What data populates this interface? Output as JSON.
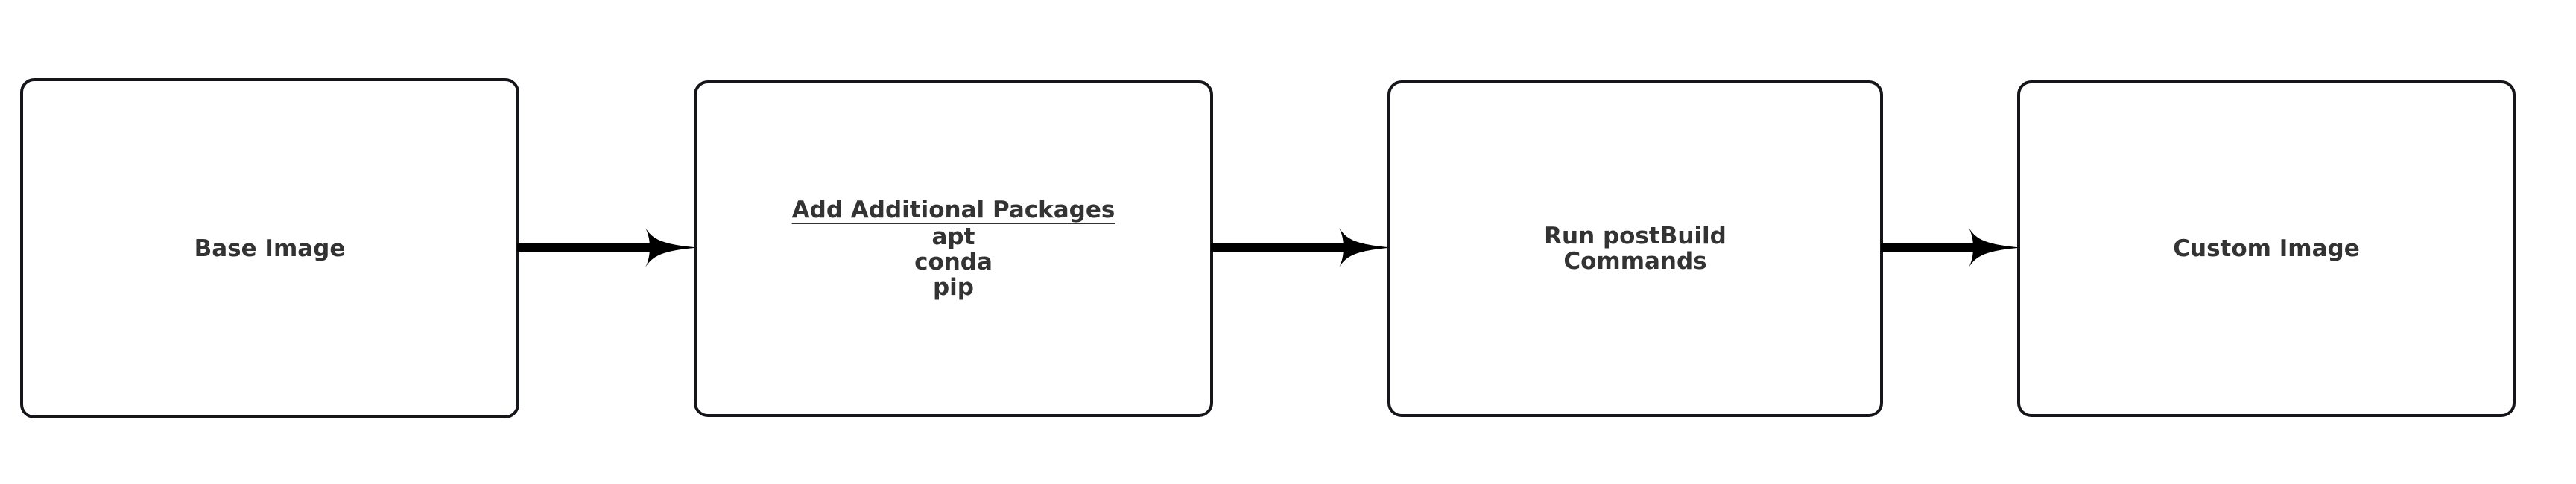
{
  "diagram": {
    "type": "flowchart",
    "orientation": "left-to-right",
    "background_color": "#ffffff",
    "node_border_color": "#14161a",
    "node_fill_color": "#ffffff",
    "text_color": "#333333",
    "arrow_color": "#000000",
    "nodes": [
      {
        "id": "base-image",
        "label": "Base Image",
        "lines": [
          "Base Image"
        ]
      },
      {
        "id": "add-packages",
        "heading": "Add Additional Packages",
        "items": [
          "apt",
          "conda",
          "pip"
        ]
      },
      {
        "id": "post-build",
        "label": "Run postBuild\nCommands",
        "lines": [
          "Run postBuild",
          "Commands"
        ]
      },
      {
        "id": "custom-image",
        "label": "Custom Image",
        "lines": [
          "Custom Image"
        ]
      }
    ],
    "edges": [
      {
        "id": "edge-1",
        "from": "base-image",
        "to": "add-packages",
        "label": ""
      },
      {
        "id": "edge-2",
        "from": "add-packages",
        "to": "post-build",
        "label": ""
      },
      {
        "id": "edge-3",
        "from": "post-build",
        "to": "custom-image",
        "label": ""
      }
    ]
  }
}
